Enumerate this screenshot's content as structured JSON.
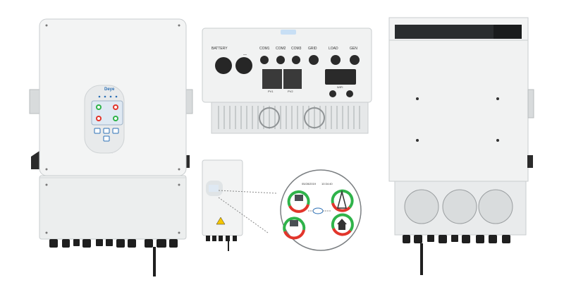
{
  "front_unit": {
    "brand": "Deye"
  },
  "bottom_panel": {
    "ports": [
      "BATTERY",
      "COM1",
      "COM2",
      "COM3",
      "GRID",
      "LOAD",
      "GEN"
    ],
    "battery_sign": "—",
    "pv_labels": [
      "PV1",
      "PV2"
    ],
    "wifi_label": "WIFI"
  },
  "zoom_screen": {
    "date": "05/28/2019",
    "time": "10:34:40",
    "icons": [
      "solar-panel-icon",
      "grid-tower-icon",
      "battery-icon",
      "home-load-icon"
    ]
  },
  "colors": {
    "panel": "#f2f3f3",
    "border": "#c9cdcf",
    "cable": "#1f1f1f",
    "screen": "#dfe9f3",
    "accent_green": "#2fb34a",
    "accent_red": "#e2352b"
  }
}
